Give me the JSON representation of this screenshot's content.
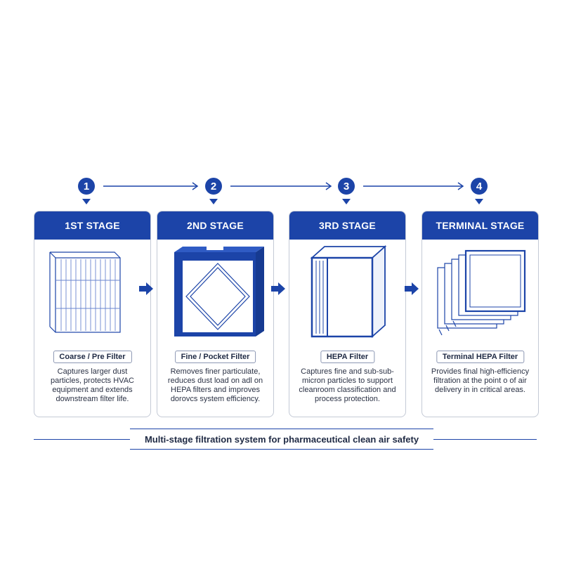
{
  "steps": [
    "1",
    "2",
    "3",
    "4"
  ],
  "stages": [
    {
      "header": "1ST STAGE",
      "filter_label": "Coarse / Pre Filter",
      "description": "Captures larger dust particles, protects HVAC equipment and extends downstream filter life.",
      "illustration": "pleated-prefilter-icon"
    },
    {
      "header": "2ND STAGE",
      "filter_label": "Fine / Pocket Filter",
      "description": "Removes finer particulate, reduces dust load on adl on HEPA filters and improves dorovcs system efficiency.",
      "illustration": "pocket-filter-icon"
    },
    {
      "header": "3RD STAGE",
      "filter_label": "HEPA Filter",
      "description": "Captures fine  and sub-sub-micron particles to support cleanroom classification and process protection.",
      "illustration": "hepa-filter-icon"
    },
    {
      "header": "TERMINAL STAGE",
      "filter_label": "Terminal HEPA Filter",
      "description": "Provides final high-efficiency filtration at the point o of air delivery in in critical areas.",
      "illustration": "terminal-hepa-filter-icon"
    }
  ],
  "caption": "Multi-stage filtration system for pharmaceutical clean air safety",
  "colors": {
    "accent": "#1c44a8",
    "border": "#c4cad6",
    "text": "#1f2a44"
  }
}
